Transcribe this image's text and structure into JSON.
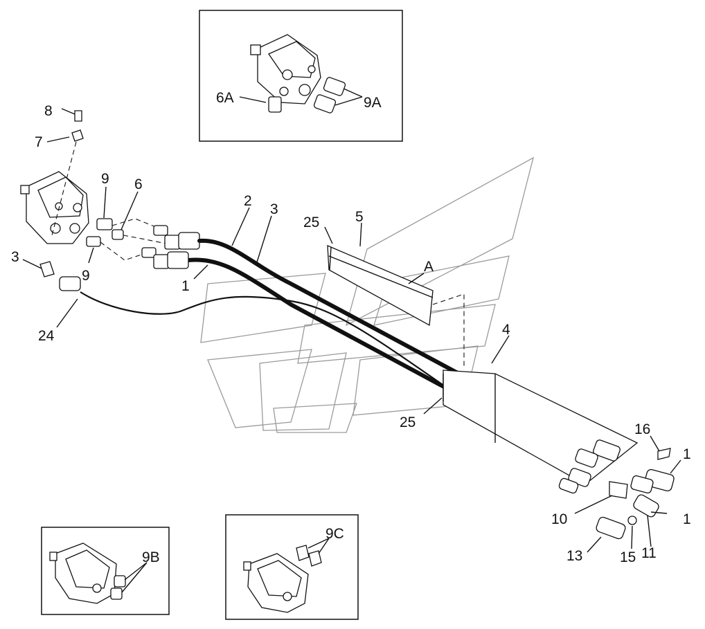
{
  "labels": {
    "l1": "1",
    "l2": "2",
    "l3a": "3",
    "l3b": "3",
    "l4": "4",
    "l5": "5",
    "l6": "6",
    "l6A": "6A",
    "l7": "7",
    "l8": "8",
    "l9a": "9",
    "l9b": "9",
    "l9A": "9A",
    "l9B": "9B",
    "l9C": "9C",
    "l10": "10",
    "l11": "11",
    "l13": "13",
    "l14a": "1",
    "l14b": "1",
    "l15": "15",
    "l16": "16",
    "l24": "24",
    "l25a": "25",
    "l25b": "25",
    "lA": "A"
  }
}
